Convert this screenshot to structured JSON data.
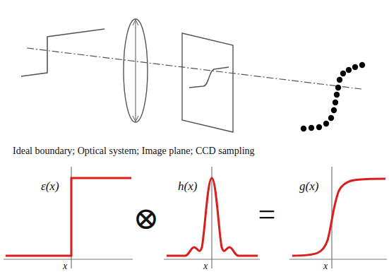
{
  "diagram": {
    "labels": [
      "Ideal boundary; Optical system; Image plane; CCD sampling",
      "ε(x)",
      "h(x)",
      "g(x)",
      "x",
      "x",
      "x",
      "⊗",
      "="
    ]
  }
}
